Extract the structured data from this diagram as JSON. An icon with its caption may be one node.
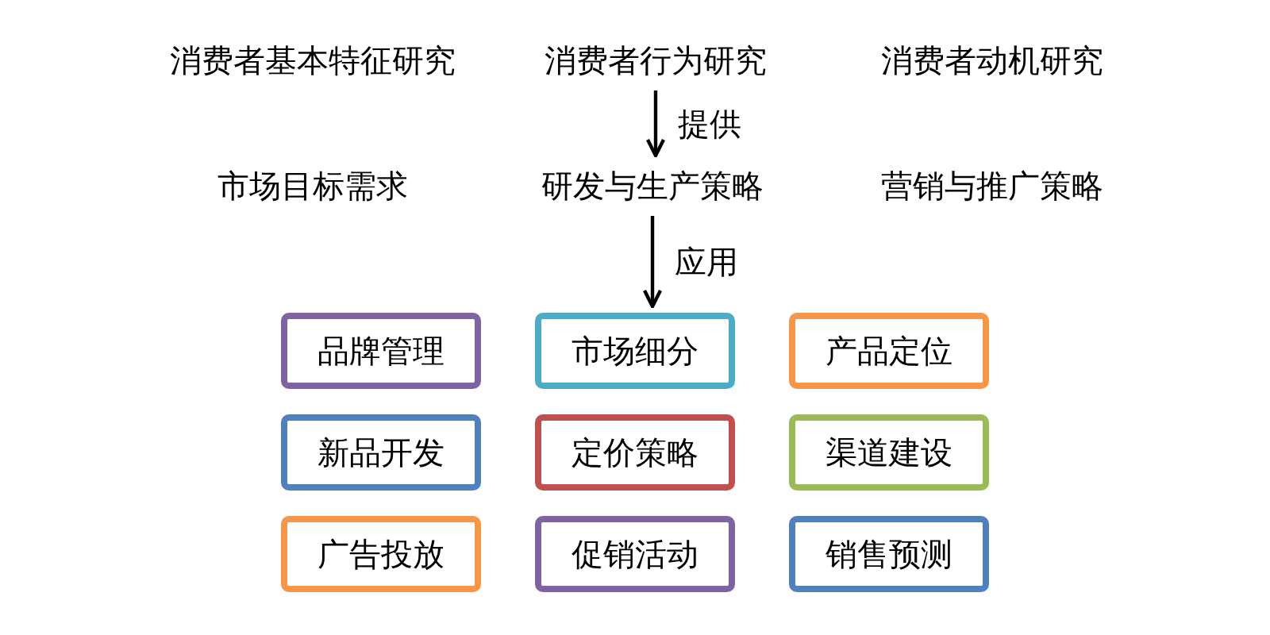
{
  "diagram": {
    "nodes": [
      {
        "text": [
          "消费者基本特征研究"
        ]
      },
      {
        "text": [
          "消费者行为研究"
        ]
      },
      {
        "text": [
          "消费者动机研究"
        ]
      },
      {
        "text": [
          "市场目标需求"
        ]
      },
      {
        "text": [
          "研发与生产策略"
        ]
      },
      {
        "text": [
          "营销与推广策略"
        ]
      },
      {
        "text": [
          "品牌管理"
        ]
      },
      {
        "text": [
          "市场细分"
        ]
      },
      {
        "text": [
          "产品定位"
        ]
      },
      {
        "text": [
          "新品开发"
        ]
      },
      {
        "text": [
          "定价策略"
        ]
      },
      {
        "text": [
          "渠道建设"
        ]
      },
      {
        "text": [
          "广告投放"
        ]
      },
      {
        "text": [
          "促销活动"
        ]
      },
      {
        "text": [
          "销售预测"
        ]
      }
    ],
    "edges": [
      {
        "from": 1,
        "to": 4,
        "arrow": "to",
        "label": "提供"
      },
      {
        "from": 4,
        "to": 7,
        "arrow": "to",
        "label": "应用"
      }
    ]
  }
}
